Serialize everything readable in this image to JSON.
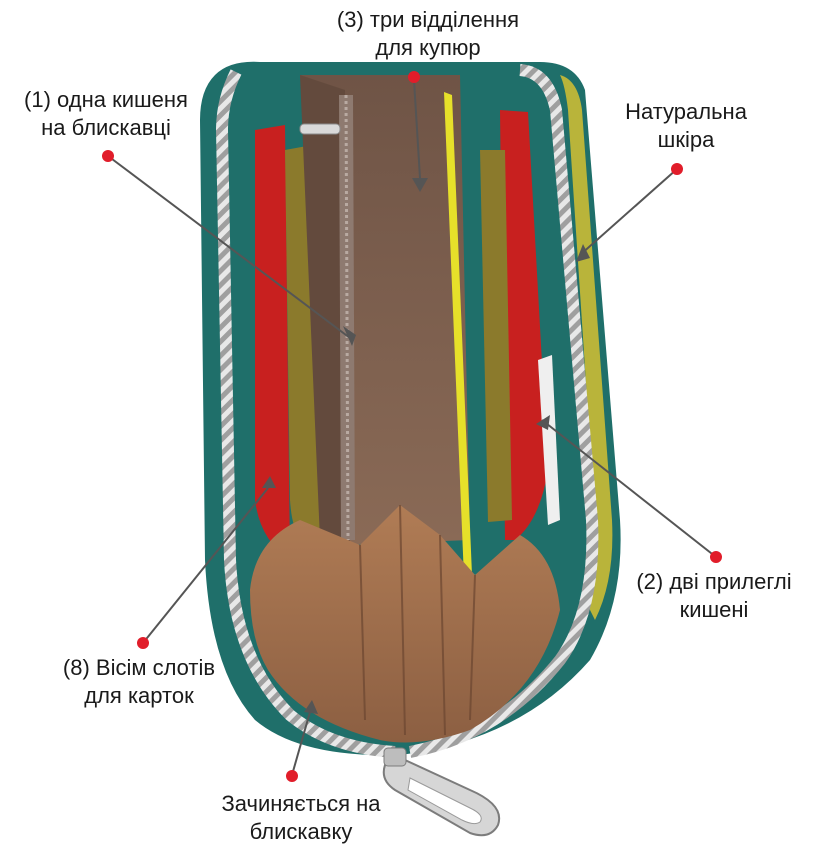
{
  "colors": {
    "marker": "#e11d2a",
    "leader": "#555555",
    "outer_leather": "#1f6f6a",
    "zipper": "#c9c9c9",
    "red_lining": "#c8201f",
    "mustard_lining": "#8b7a2c",
    "brown_interior": "#7a5a48",
    "yellow_divider": "#e6e02a",
    "card_slot_leather": "#9a6b4a"
  },
  "callouts": {
    "compartments": {
      "line1": "(3) три відділення",
      "line2": "для купюр"
    },
    "zip_pocket": {
      "line1": "(1) одна кишеня",
      "line2": "на блискавці"
    },
    "leather": {
      "line1": "Натуральна",
      "line2": "шкіра"
    },
    "side_pockets": {
      "line1": "(2) дві прилеглі",
      "line2": "кишені"
    },
    "card_slots": {
      "line1": "(8) Вісім слотів",
      "line2": "для карток"
    },
    "closure": {
      "line1": "Зачиняється на",
      "line2": "блискавку"
    }
  }
}
